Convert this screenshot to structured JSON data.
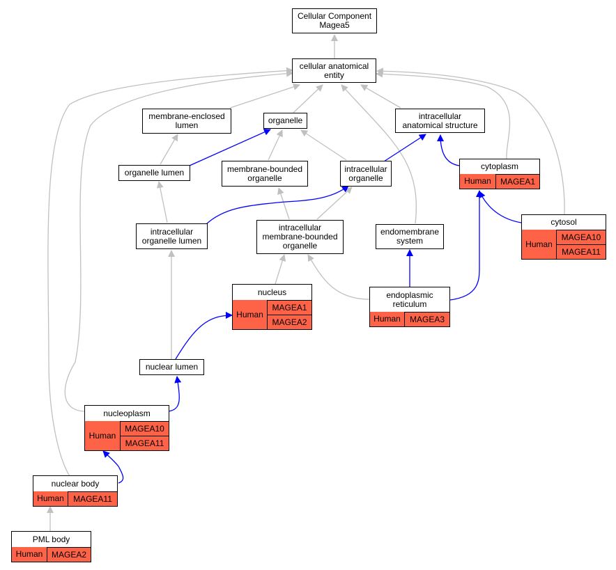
{
  "colors": {
    "normal_edge": "#c0c0c0",
    "highlight_edge": "#0000ff",
    "annotation_fill": "#ff6347",
    "border": "#000000"
  },
  "nodes": {
    "root": "Cellular Component\nMagea5",
    "cae": "cellular anatomical\nentity",
    "mel": "membrane-enclosed\nlumen",
    "organelle": "organelle",
    "ias": "intracellular\nanatomical structure",
    "olumen": "organelle lumen",
    "mbo": "membrane-bounded\norganelle",
    "iorg": "intracellular\norganelle",
    "iol": "intracellular\norganelle lumen",
    "imbo": "intracellular\nmembrane-bounded\norganelle",
    "endosys": "endomembrane\nsystem",
    "nlumen": "nuclear lumen"
  },
  "annotated": {
    "cytoplasm": {
      "title": "cytoplasm",
      "species": "Human",
      "genes": [
        "MAGEA1"
      ]
    },
    "cytosol": {
      "title": "cytosol",
      "species": "Human",
      "genes": [
        "MAGEA10",
        "MAGEA11"
      ]
    },
    "nucleus": {
      "title": "nucleus",
      "species": "Human",
      "genes": [
        "MAGEA1",
        "MAGEA2"
      ]
    },
    "er": {
      "title": "endoplasmic\nreticulum",
      "species": "Human",
      "genes": [
        "MAGEA3"
      ]
    },
    "nucleoplasm": {
      "title": "nucleoplasm",
      "species": "Human",
      "genes": [
        "MAGEA10",
        "MAGEA11"
      ]
    },
    "nbody": {
      "title": "nuclear body",
      "species": "Human",
      "genes": [
        "MAGEA11"
      ]
    },
    "pml": {
      "title": "PML body",
      "species": "Human",
      "genes": [
        "MAGEA2"
      ]
    }
  }
}
